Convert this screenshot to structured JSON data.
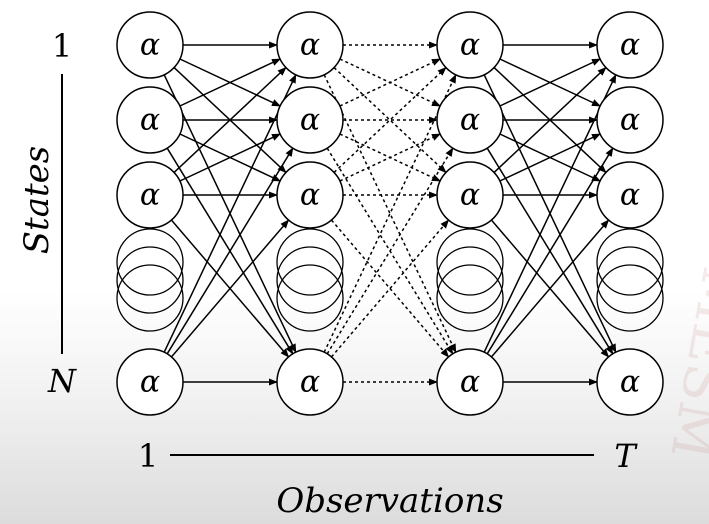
{
  "node_label": "α",
  "state_labels": {
    "first": "1",
    "last": "N"
  },
  "axis_labels": {
    "states": "States",
    "observations": "Observations",
    "time_start": "1",
    "time_end": "T"
  },
  "watermark_text": "MESM"
}
